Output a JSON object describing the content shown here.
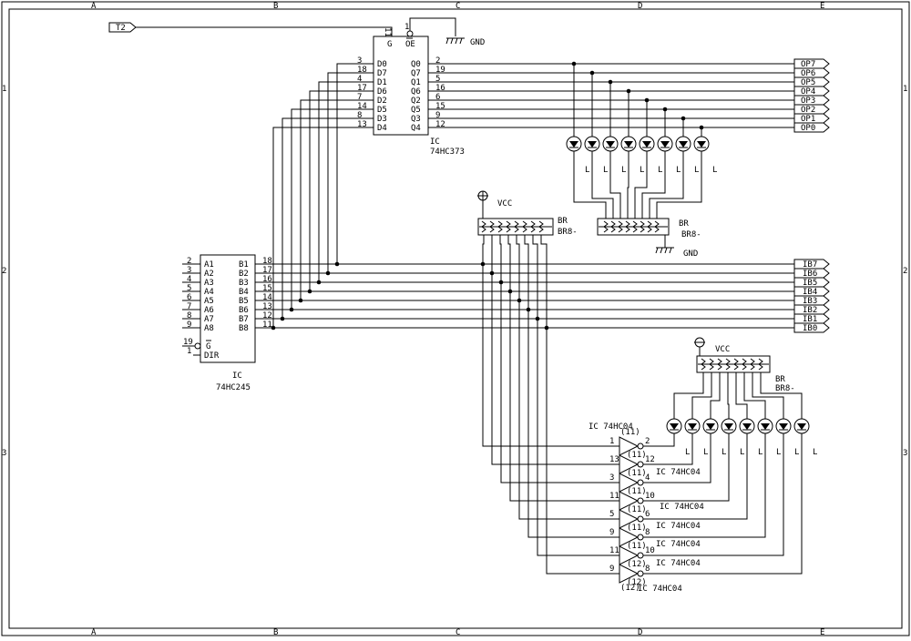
{
  "border": {
    "cols": [
      "A",
      "B",
      "C",
      "D",
      "E"
    ],
    "rows": [
      "1",
      "2",
      "3"
    ]
  },
  "t2": "T2",
  "gnd": "GND",
  "vcc": "VCC",
  "latch": {
    "g": "G",
    "oe": "OE",
    "oe_pin": "1",
    "g_pin": "11",
    "d_names": [
      "D0",
      "D7",
      "D1",
      "D6",
      "D2",
      "D5",
      "D3",
      "D4"
    ],
    "d_pins": [
      "3",
      "18",
      "4",
      "17",
      "7",
      "14",
      "8",
      "13"
    ],
    "q_names": [
      "Q0",
      "Q7",
      "Q1",
      "Q6",
      "Q2",
      "Q5",
      "Q3",
      "Q4"
    ],
    "q_pins": [
      "2",
      "19",
      "5",
      "16",
      "6",
      "15",
      "9",
      "12"
    ],
    "ic": "IC",
    "part": "74HC373"
  },
  "out_ports": [
    "OP7",
    "OP6",
    "OP5",
    "OP4",
    "OP3",
    "OP2",
    "OP1",
    "OP0"
  ],
  "led_label": "L",
  "res_top": {
    "ref": "BR",
    "value": "BR8-"
  },
  "res_mid": {
    "ref": "BR",
    "value": "BR8-"
  },
  "res_bot": {
    "ref": "BR",
    "value": "BR8-"
  },
  "buffer": {
    "a_names": [
      "A1",
      "A2",
      "A3",
      "A4",
      "A5",
      "A6",
      "A7",
      "A8"
    ],
    "a_pins": [
      "2",
      "3",
      "4",
      "5",
      "6",
      "7",
      "8",
      "9"
    ],
    "b_names": [
      "B1",
      "B2",
      "B3",
      "B4",
      "B5",
      "B6",
      "B7",
      "B8"
    ],
    "b_pins": [
      "18",
      "17",
      "16",
      "15",
      "14",
      "13",
      "12",
      "11"
    ],
    "g": "G",
    "g_pin": "19",
    "dir": "DIR",
    "dir_pin": "1",
    "ic": "IC",
    "part": "74HC245"
  },
  "in_ports": [
    "IB7",
    "IB6",
    "IB5",
    "IB4",
    "IB3",
    "IB2",
    "IB1",
    "IB0"
  ],
  "inverters": [
    {
      "in_pin": "1",
      "out_pin": "2",
      "supply": "(11)",
      "label": "IC  74HC04"
    },
    {
      "in_pin": "13",
      "out_pin": "12",
      "supply": "(11)",
      "label": "IC  74HC04"
    },
    {
      "in_pin": "3",
      "out_pin": "4",
      "supply": "(11)",
      "label": "IC  74HC04"
    },
    {
      "in_pin": "11",
      "out_pin": "10",
      "supply": "(11)",
      "label": "IC  74HC04"
    },
    {
      "in_pin": "5",
      "out_pin": "6",
      "supply": "(11)",
      "label": "IC  74HC04"
    },
    {
      "in_pin": "9",
      "out_pin": "8",
      "supply": "(11)",
      "label": "IC  74HC04"
    },
    {
      "in_pin": "11",
      "out_pin": "10",
      "supply": "(12)",
      "label": "IC  74HC04"
    },
    {
      "in_pin": "9",
      "out_pin": "8",
      "supply": "(12)",
      "label": "IC  74HC04"
    }
  ]
}
